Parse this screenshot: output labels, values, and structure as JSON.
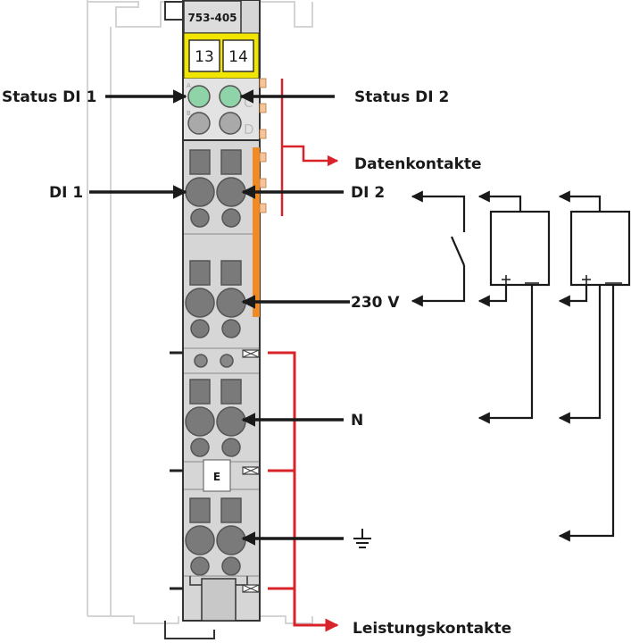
{
  "module": {
    "part_number": "753-405",
    "marker_left": "13",
    "marker_right": "14",
    "end_marker": "E",
    "led_letters": [
      "A",
      "B",
      "C",
      "D"
    ]
  },
  "labels": {
    "status_di1": "Status DI 1",
    "status_di2": "Status DI 2",
    "datenkontakte": "Datenkontakte",
    "di1": "DI 1",
    "di2": "DI 2",
    "v230": "230 V",
    "n": "N",
    "leistungskontakte": "Leistungskontakte"
  },
  "icons": {
    "ground": "ground-icon"
  },
  "colors": {
    "status_led": "#8fd4a8",
    "marker_band": "#f2e500",
    "contact_red": "#d9232a",
    "data_contact_orange": "#f08a24",
    "housing": "#d6d6d6"
  }
}
